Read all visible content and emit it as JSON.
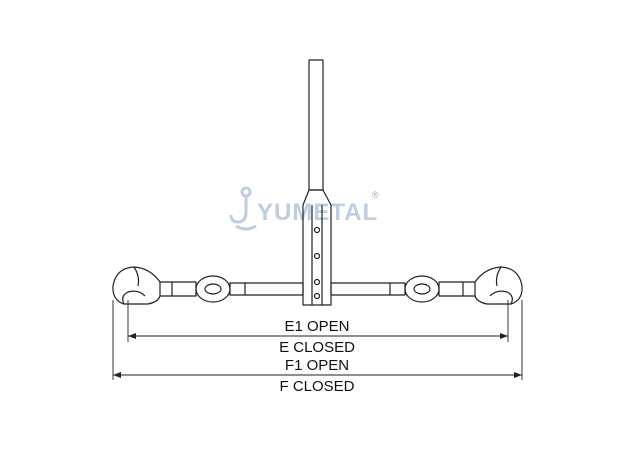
{
  "watermark": {
    "brand": "YUMETAL",
    "registered": "®",
    "icon": "crane-hook-logo-icon",
    "color": "#bfcde0"
  },
  "dimensions": {
    "e1_label": "E1 OPEN",
    "e_label": "E CLOSED",
    "f1_label": "F1 OPEN",
    "f_label": "F CLOSED"
  },
  "colors": {
    "line": "#222222",
    "background": "#ffffff"
  }
}
